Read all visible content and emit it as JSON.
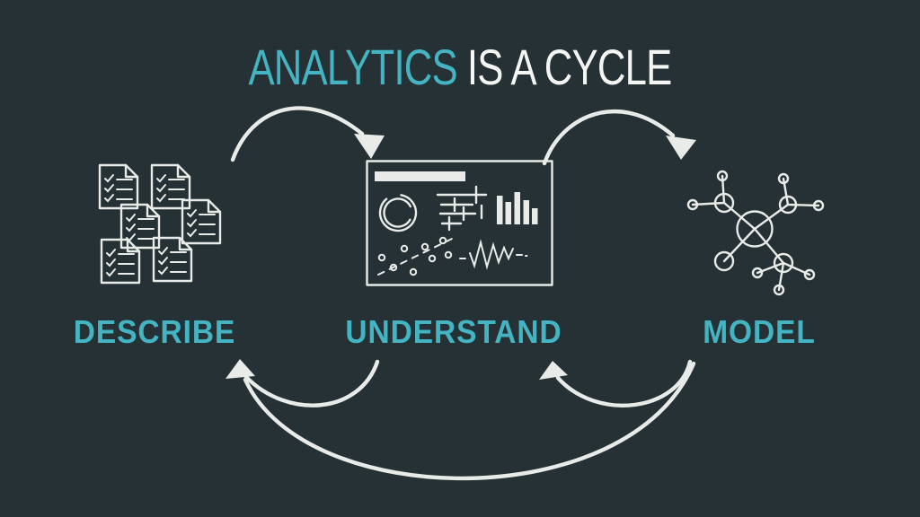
{
  "slide": {
    "title": {
      "highlight": "ANALYTICS",
      "rest": "IS A CYCLE"
    },
    "stages": [
      {
        "id": "describe",
        "label": "DESCRIBE",
        "icon": "documents-icon"
      },
      {
        "id": "understand",
        "label": "UNDERSTAND",
        "icon": "dashboard-icon"
      },
      {
        "id": "model",
        "label": "MODEL",
        "icon": "network-graph-icon"
      }
    ],
    "arrows": [
      {
        "from": "describe",
        "to": "understand",
        "position": "top-left"
      },
      {
        "from": "understand",
        "to": "model",
        "position": "top-right"
      },
      {
        "from": "understand",
        "to": "describe",
        "position": "bottom-left-short"
      },
      {
        "from": "model",
        "to": "understand",
        "position": "bottom-right-short"
      },
      {
        "from": "model",
        "to": "describe",
        "position": "bottom-long"
      }
    ],
    "colors": {
      "background": "#253134",
      "accent_teal": "#45b4c2",
      "title_white": "#f5f6f4",
      "icon_stroke": "#e9ebe8"
    }
  }
}
